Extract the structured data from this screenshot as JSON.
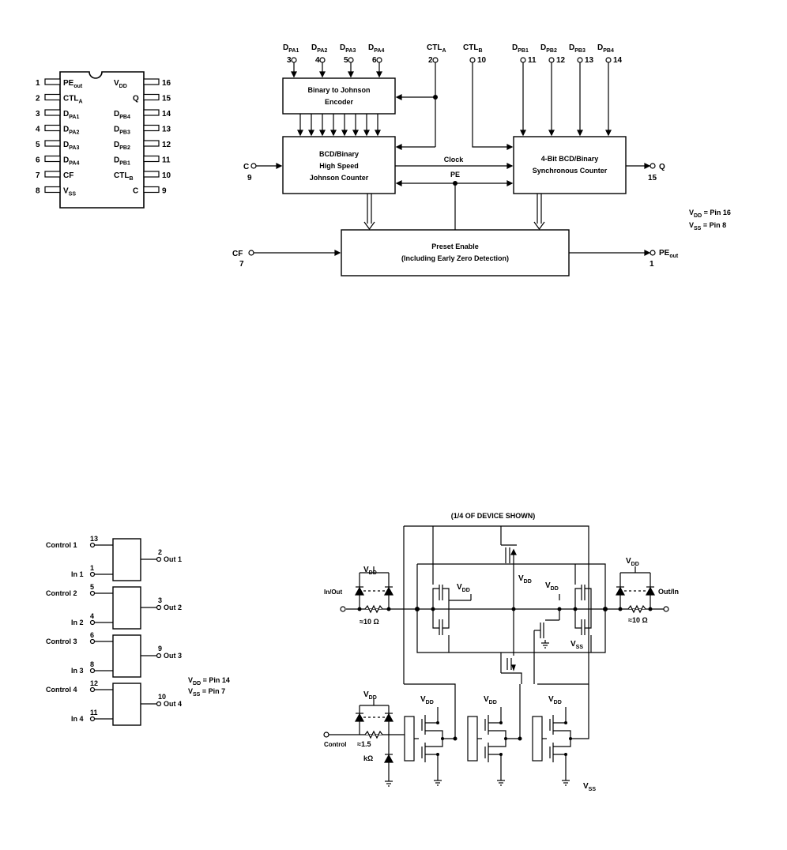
{
  "pinout": {
    "left_pins": [
      {
        "num": "1",
        "name": "PE",
        "sub": "out"
      },
      {
        "num": "2",
        "name": "CTL",
        "sub": "A"
      },
      {
        "num": "3",
        "name": "D",
        "sub": "PA1"
      },
      {
        "num": "4",
        "name": "D",
        "sub": "PA2"
      },
      {
        "num": "5",
        "name": "D",
        "sub": "PA3"
      },
      {
        "num": "6",
        "name": "D",
        "sub": "PA4"
      },
      {
        "num": "7",
        "name": "CF",
        "sub": ""
      },
      {
        "num": "8",
        "name": "V",
        "sub": "SS"
      }
    ],
    "right_pins": [
      {
        "num": "16",
        "name": "V",
        "sub": "DD"
      },
      {
        "num": "15",
        "name": "Q",
        "sub": ""
      },
      {
        "num": "14",
        "name": "D",
        "sub": "PB4"
      },
      {
        "num": "13",
        "name": "D",
        "sub": "PB3"
      },
      {
        "num": "12",
        "name": "D",
        "sub": "PB2"
      },
      {
        "num": "11",
        "name": "D",
        "sub": "PB1"
      },
      {
        "num": "10",
        "name": "CTL",
        "sub": "B"
      },
      {
        "num": "9",
        "name": "C",
        "sub": ""
      }
    ]
  },
  "block": {
    "top_inputs_a": [
      {
        "name": "D",
        "sub": "PA1",
        "num": "3"
      },
      {
        "name": "D",
        "sub": "PA2",
        "num": "4"
      },
      {
        "name": "D",
        "sub": "PA3",
        "num": "5"
      },
      {
        "name": "D",
        "sub": "PA4",
        "num": "6"
      }
    ],
    "ctl_a": {
      "name": "CTL",
      "sub": "A",
      "num": "2"
    },
    "ctl_b": {
      "name": "CTL",
      "sub": "B",
      "num": "10"
    },
    "top_inputs_b": [
      {
        "name": "D",
        "sub": "PB1",
        "num": "11"
      },
      {
        "name": "D",
        "sub": "PB2",
        "num": "12"
      },
      {
        "name": "D",
        "sub": "PB3",
        "num": "13"
      },
      {
        "name": "D",
        "sub": "PB4",
        "num": "14"
      }
    ],
    "encoder_line1": "Binary to Johnson",
    "encoder_line2": "Encoder",
    "johnson_line1": "BCD/Binary",
    "johnson_line2": "High Speed",
    "johnson_line3": "Johnson Counter",
    "sync_line1": "4-Bit BCD/Binary",
    "sync_line2": "Synchronous Counter",
    "preset_line1": "Preset Enable",
    "preset_line2": "(Including Early Zero Detection)",
    "clock_label": "Clock",
    "pe_label": "PE",
    "c_label": "C",
    "c_num": "9",
    "q_label": "Q",
    "q_num": "15",
    "cf_label": "CF",
    "cf_num": "7",
    "peout_label": "PE",
    "peout_sub": "out",
    "peout_num": "1",
    "vdd_note": {
      "name": "V",
      "sub": "DD",
      "rest": " = Pin 16"
    },
    "vss_note": {
      "name": "V",
      "sub": "SS",
      "rest": " = Pin 8"
    }
  },
  "switch": {
    "gates": [
      {
        "control": "Control 1",
        "control_pin": "13",
        "in": "In 1",
        "in_pin": "1",
        "out": "Out 1",
        "out_pin": "2"
      },
      {
        "control": "Control 2",
        "control_pin": "5",
        "in": "In 2",
        "in_pin": "4",
        "out": "Out 2",
        "out_pin": "3"
      },
      {
        "control": "Control 3",
        "control_pin": "6",
        "in": "In 3",
        "in_pin": "8",
        "out": "Out 3",
        "out_pin": "9"
      },
      {
        "control": "Control 4",
        "control_pin": "12",
        "in": "In 4",
        "in_pin": "11",
        "out": "Out 4",
        "out_pin": "10"
      }
    ],
    "vdd_note": {
      "name": "V",
      "sub": "DD",
      "rest": " = Pin 14"
    },
    "vss_note": {
      "name": "V",
      "sub": "SS",
      "rest": " = Pin  7"
    }
  },
  "schematic": {
    "title": "(1/4 OF DEVICE SHOWN)",
    "vdd": "V",
    "vdd_sub": "DD",
    "vss": "V",
    "vss_sub": "SS",
    "in_out": "In/Out",
    "out_in": "Out/In",
    "r10": "≈10 Ω",
    "control": "Control",
    "r15": "≈1.5",
    "kohm": "kΩ"
  }
}
